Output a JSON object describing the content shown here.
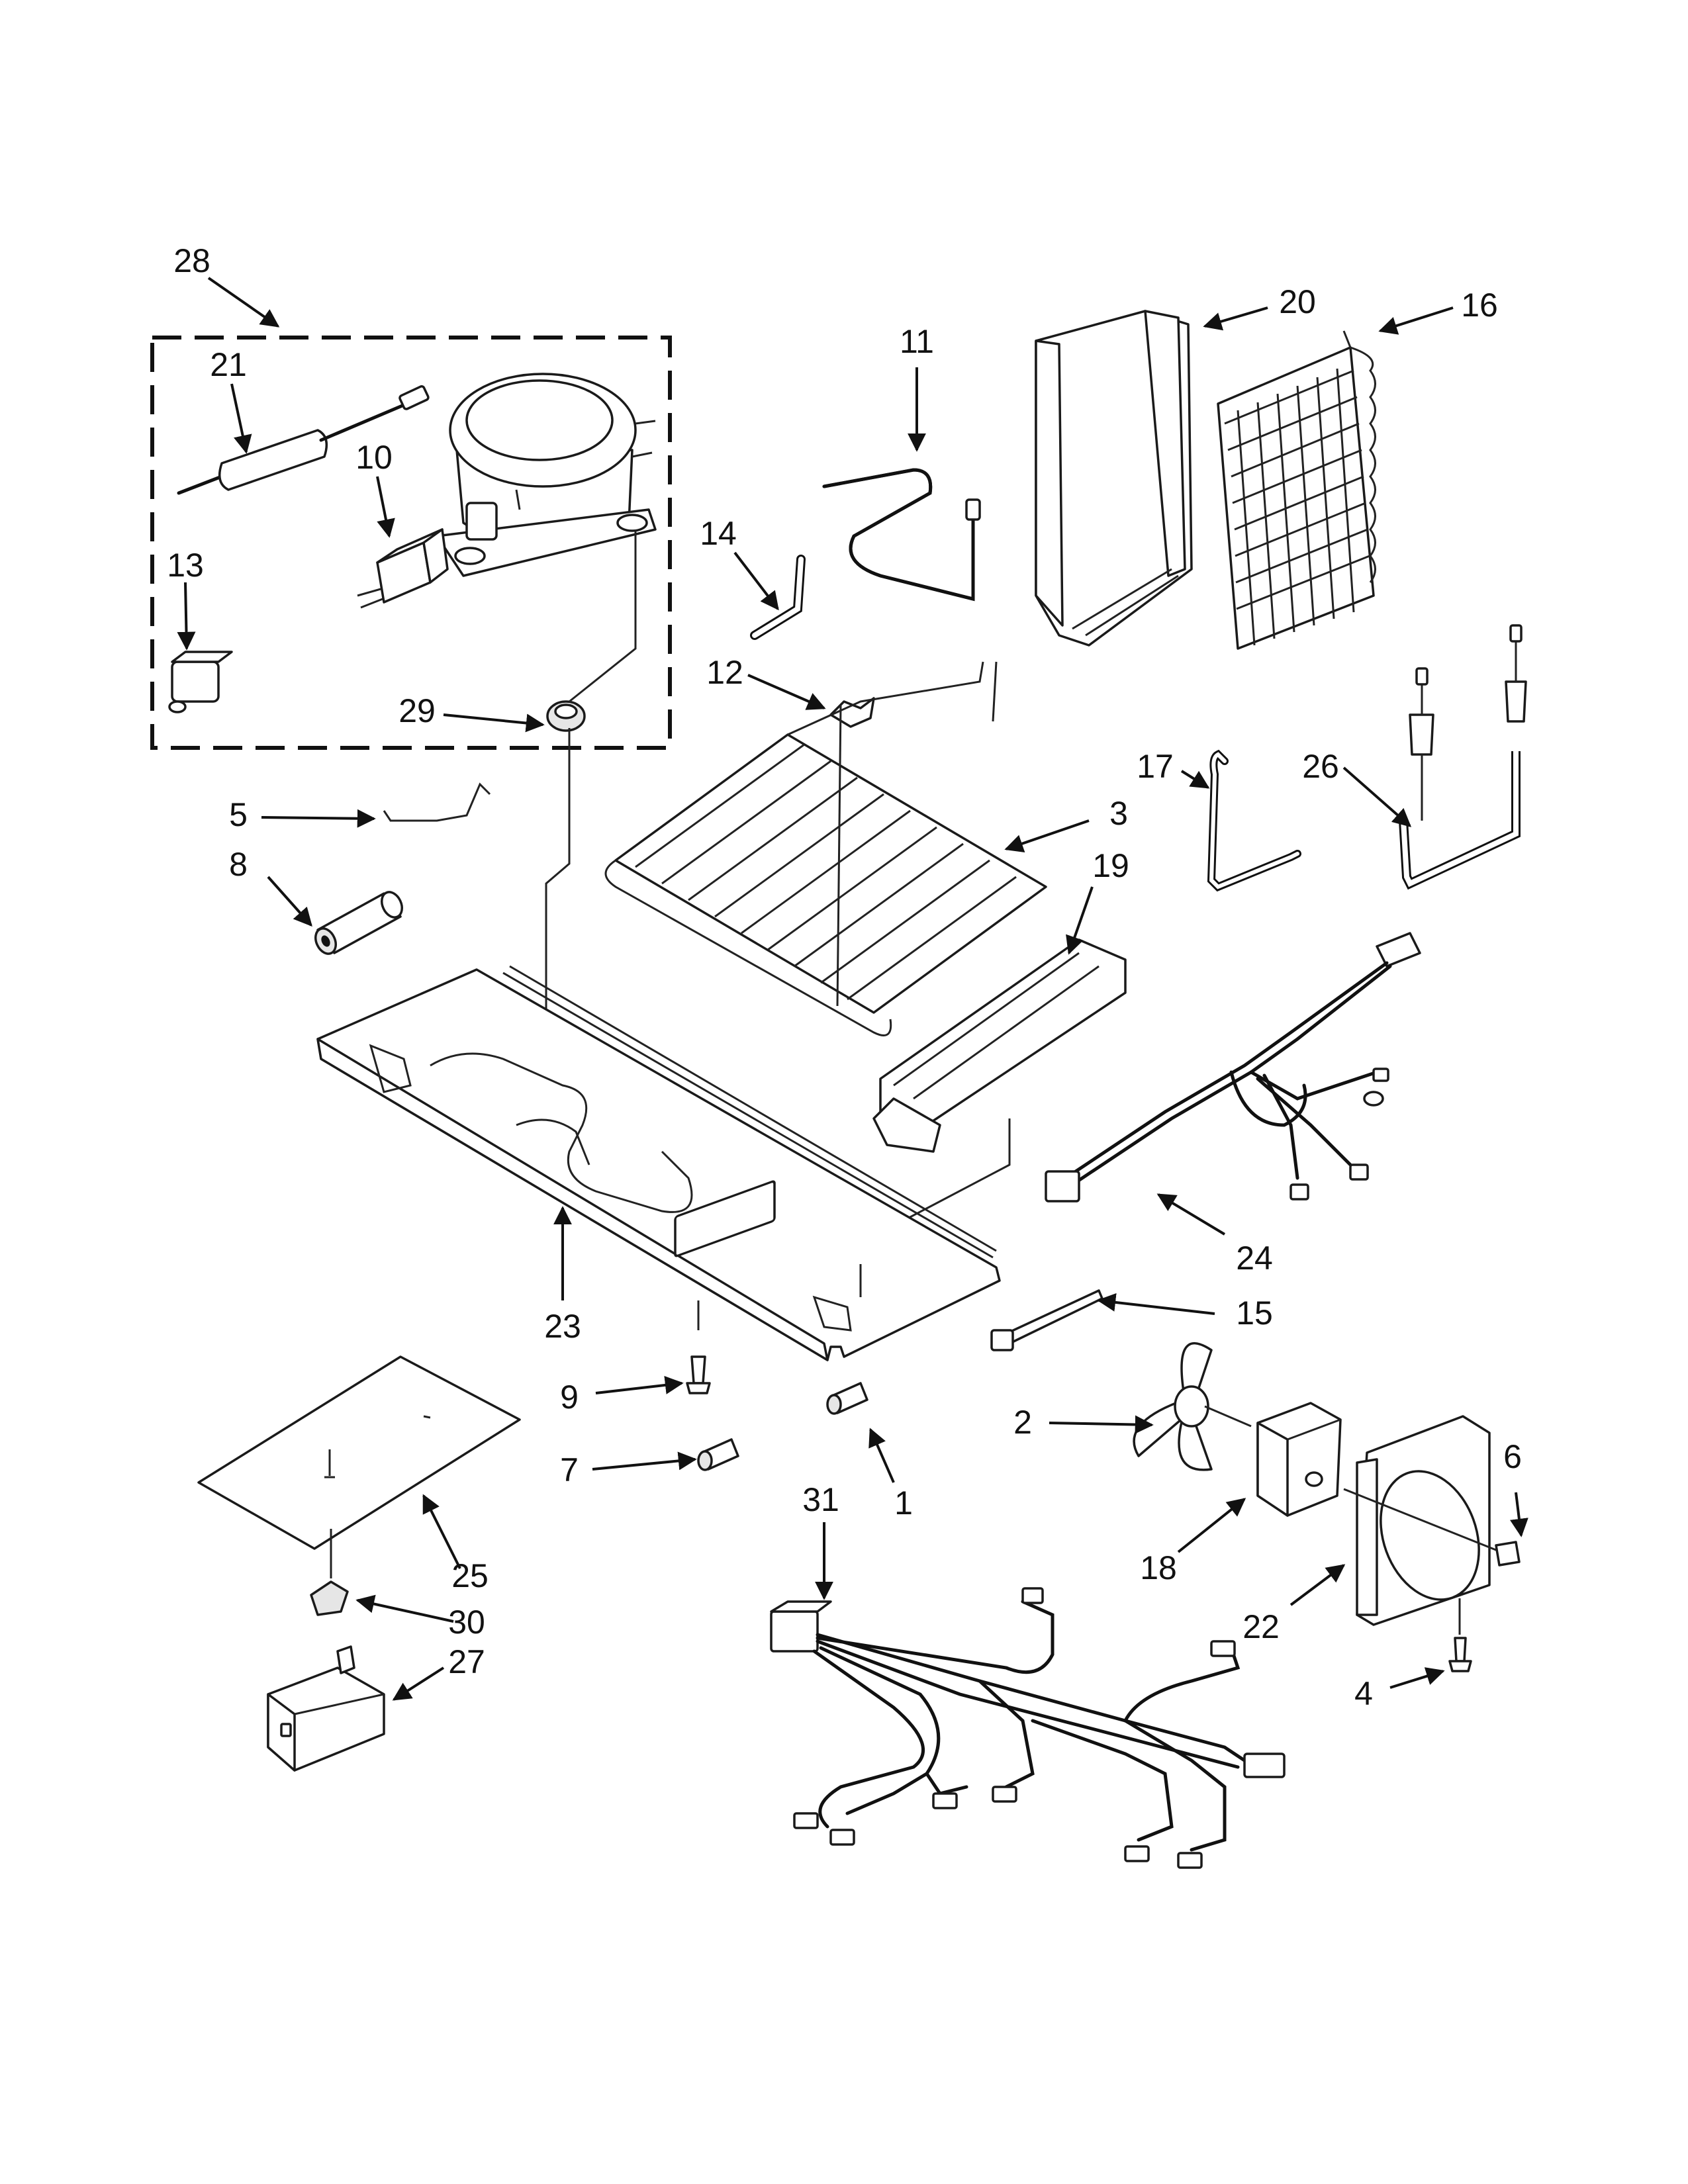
{
  "callouts": [
    "1",
    "2",
    "3",
    "4",
    "5",
    "6",
    "7",
    "8",
    "9",
    "10",
    "11",
    "12",
    "13",
    "14",
    "15",
    "16",
    "17",
    "18",
    "19",
    "20",
    "21",
    "22",
    "23",
    "24",
    "25",
    "26",
    "27",
    "28",
    "29",
    "30",
    "31"
  ],
  "colors": {
    "line": "#111111",
    "fill": "#ffffff",
    "shade": "#e6e6e6"
  }
}
